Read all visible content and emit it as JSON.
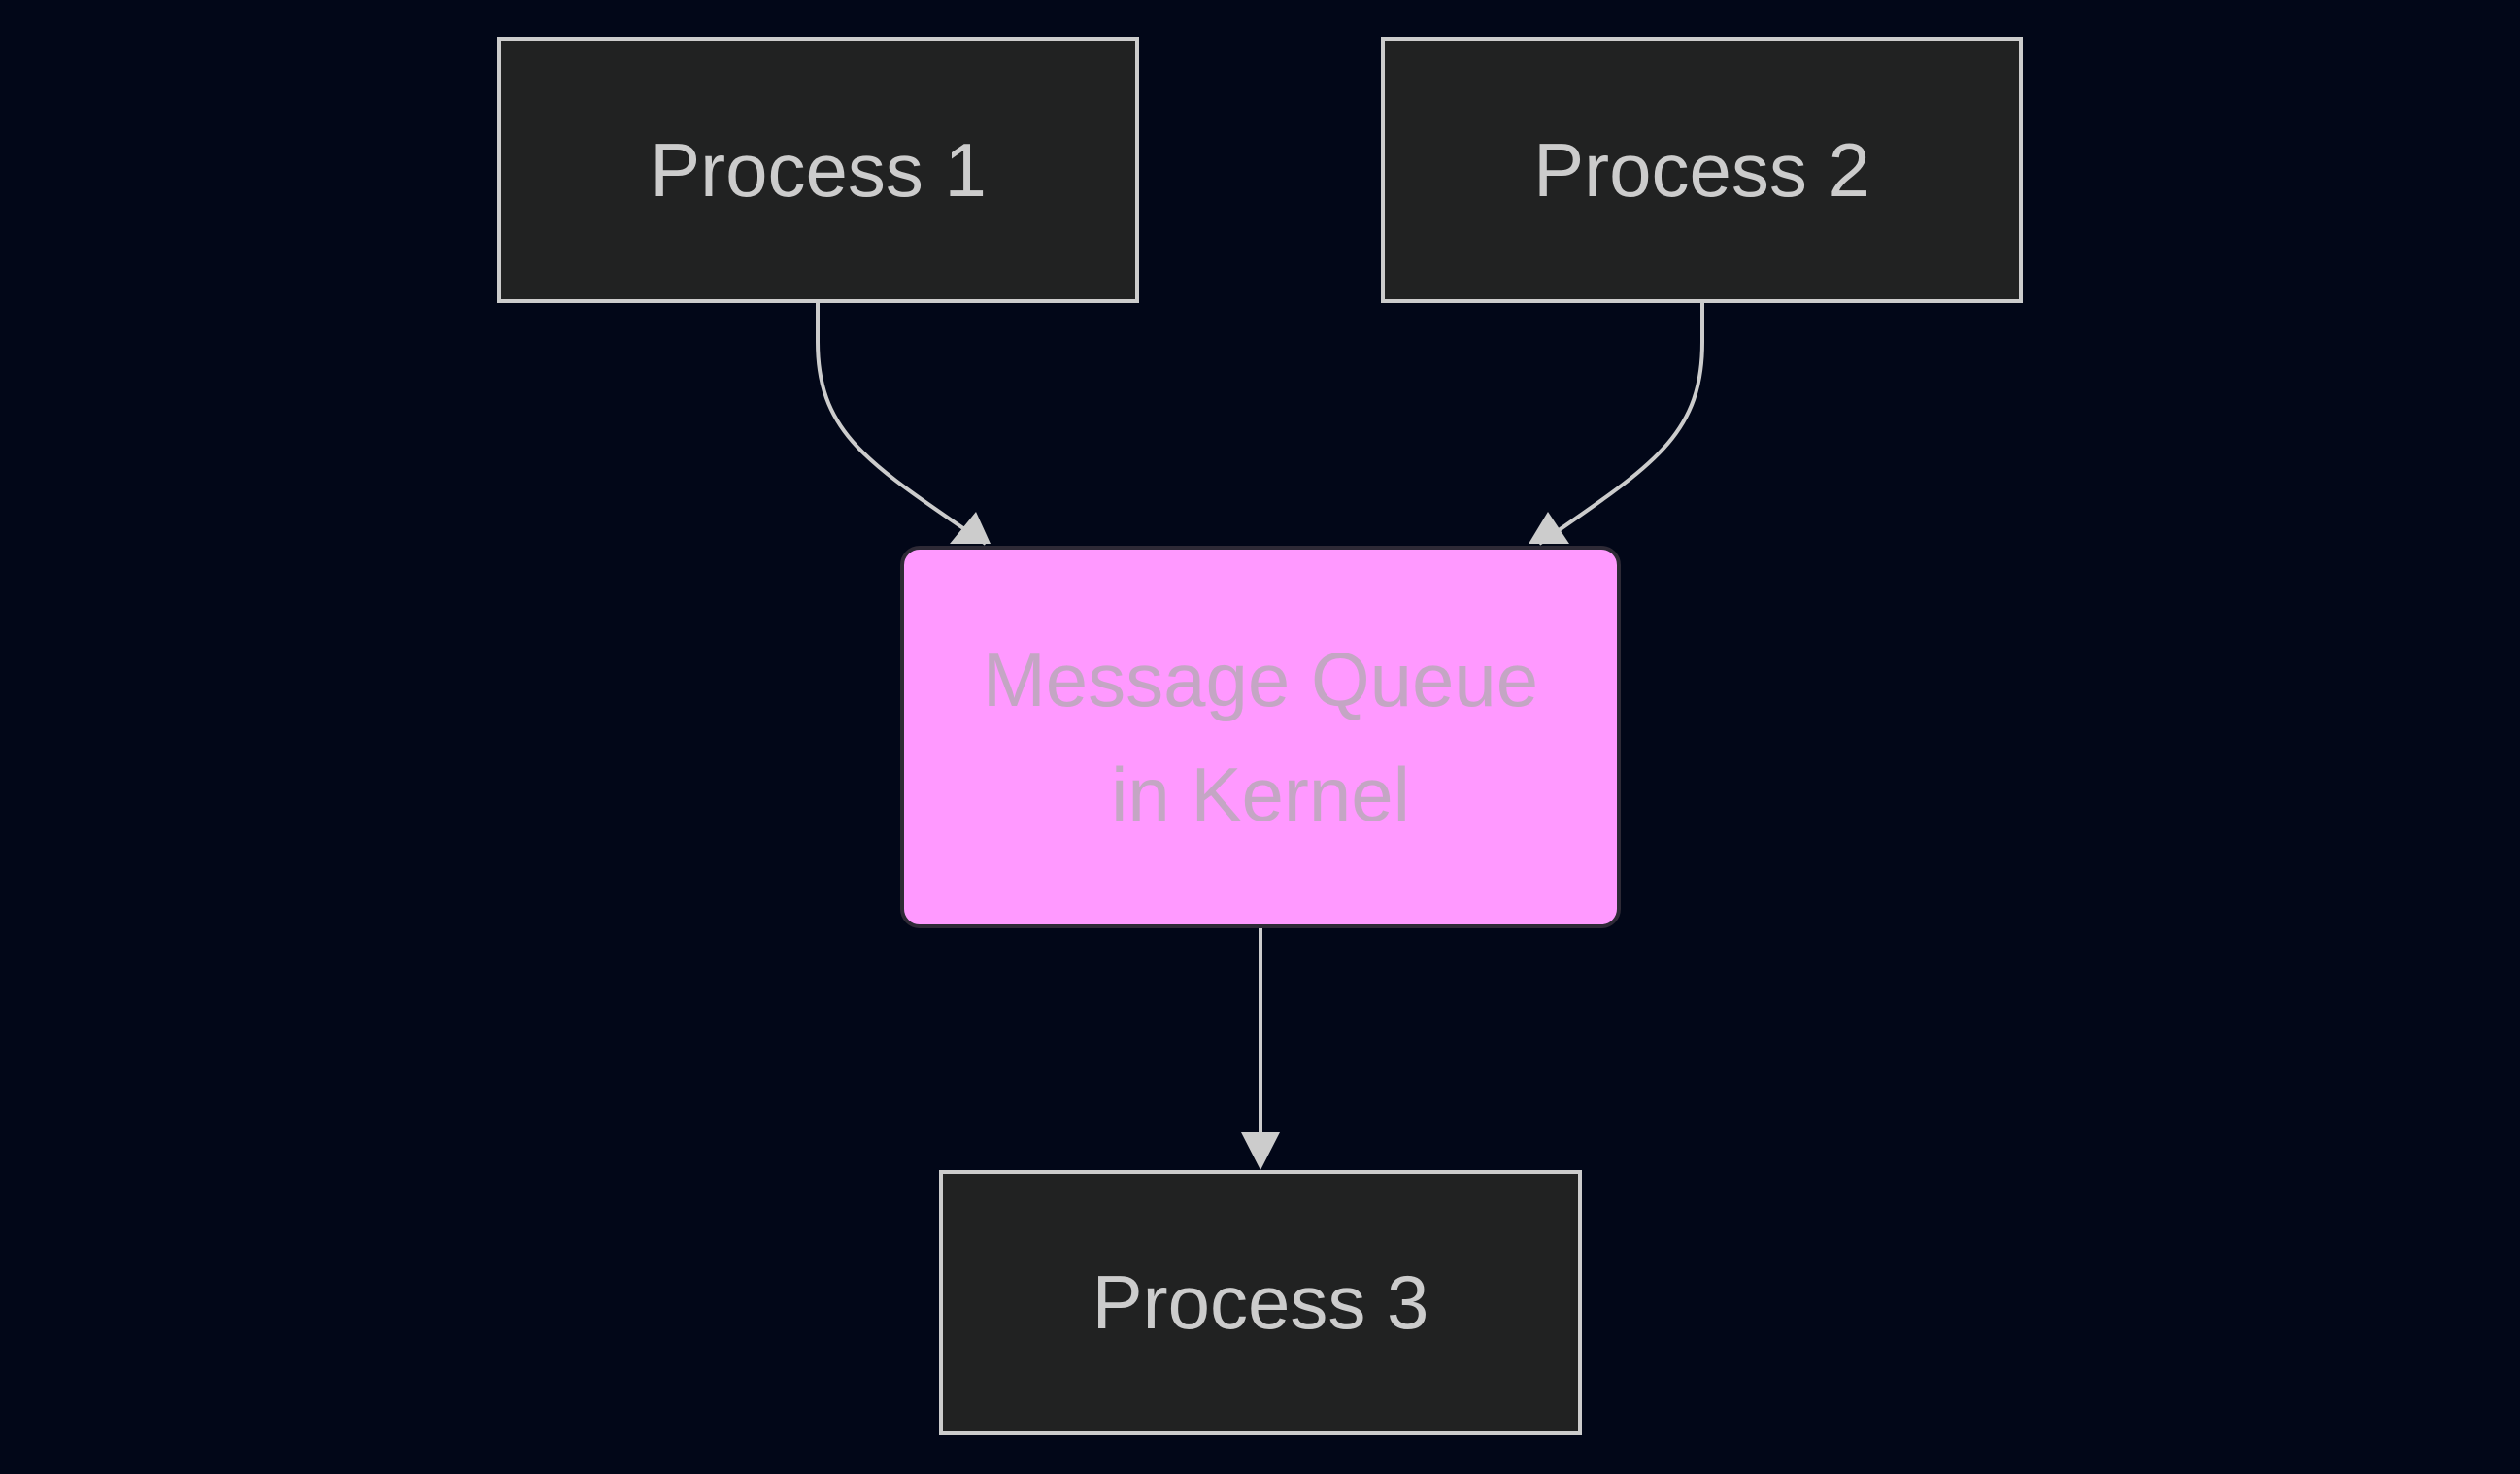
{
  "diagram": {
    "nodes": {
      "process_1": {
        "label": "Process 1"
      },
      "process_2": {
        "label": "Process 2"
      },
      "message_queue": {
        "line1": "Message Queue",
        "line2": "in Kernel"
      },
      "process_3": {
        "label": "Process 3"
      }
    },
    "edges": [
      {
        "from": "process_1",
        "to": "message_queue"
      },
      {
        "from": "process_2",
        "to": "message_queue"
      },
      {
        "from": "message_queue",
        "to": "process_3"
      }
    ],
    "colors": {
      "background": "#020718",
      "process_fill": "#212222",
      "process_stroke": "#cccccc",
      "queue_fill": "#ff99ff",
      "queue_stroke": "#2e2a36",
      "queue_text": "#c4a6c4",
      "edge": "#cccccc"
    }
  }
}
